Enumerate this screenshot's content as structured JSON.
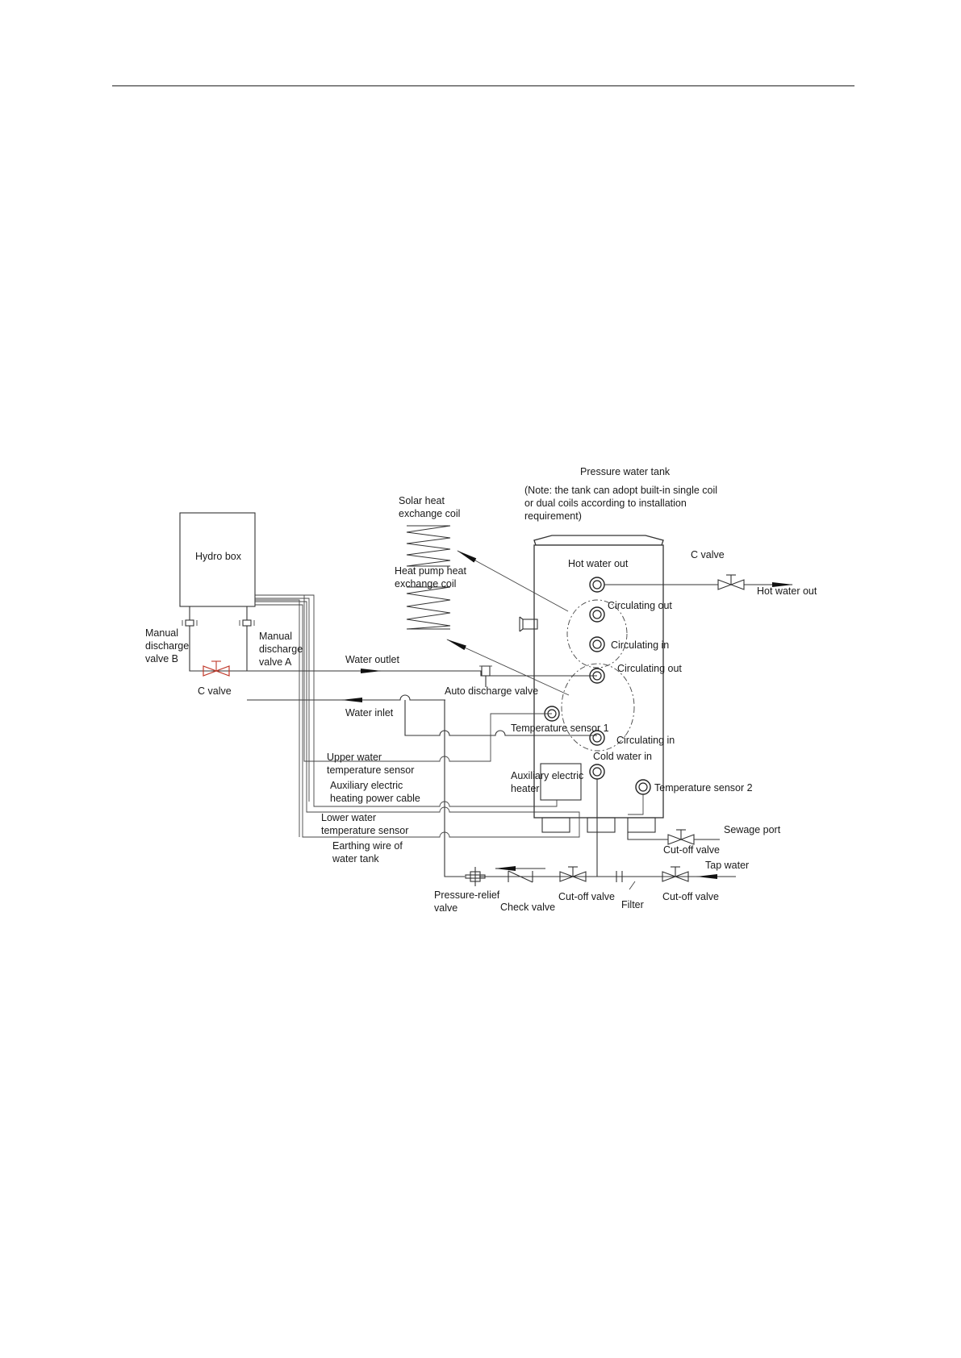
{
  "diagram": {
    "tank_title": "Pressure water tank",
    "tank_note_line1": "(Note: the tank can adopt built-in single coil",
    "tank_note_line2": "or dual coils according to installation",
    "tank_note_line3": "requirement)",
    "hydro_box": "Hydro box",
    "manual_valve_b_line1": "Manual",
    "manual_valve_b_line2": "discharge",
    "manual_valve_b_line3": "valve B",
    "manual_valve_a_line1": "Manual",
    "manual_valve_a_line2": "discharge",
    "manual_valve_a_line3": "valve A",
    "c_valve_left": "C valve",
    "c_valve_right": "C valve",
    "solar_coil_line1": "Solar heat",
    "solar_coil_line2": "exchange coil",
    "heat_pump_coil_line1": "Heat pump heat",
    "heat_pump_coil_line2": "exchange coil",
    "hot_water_out_port": "Hot water out",
    "hot_water_out_arrow": "Hot water out",
    "circulating_out_1": "Circulating out",
    "circulating_in_1": "Circulating in",
    "circulating_out_2": "Circulating out",
    "circulating_in_2": "Circulating in",
    "water_outlet": "Water outlet",
    "water_inlet": "Water inlet",
    "auto_discharge_valve": "Auto discharge valve",
    "temperature_sensor_1": "Temperature sensor 1",
    "temperature_sensor_2": "Temperature sensor 2",
    "cold_water_in": "Cold water in",
    "aux_heater_line1": "Auxiliary electric",
    "aux_heater_line2": "heater",
    "upper_sensor_line1": "Upper water",
    "upper_sensor_line2": "temperature sensor",
    "aux_cable_line1": "Auxiliary electric",
    "aux_cable_line2": "heating power cable",
    "lower_sensor_line1": "Lower water",
    "lower_sensor_line2": "temperature sensor",
    "earthing_line1": "Earthing wire of",
    "earthing_line2": "water tank",
    "sewage_port": "Sewage port",
    "cutoff_valve_sewage": "Cut-off valve",
    "tap_water": "Tap water",
    "cutoff_valve_tap": "Cut-off valve",
    "filter": "Filter",
    "cutoff_valve_mid": "Cut-off valve",
    "check_valve": "Check valve",
    "pressure_relief_line1": "Pressure-relief",
    "pressure_relief_line2": "valve"
  },
  "colors": {
    "line": "#333333",
    "c_valve_left": "#c0392b"
  }
}
